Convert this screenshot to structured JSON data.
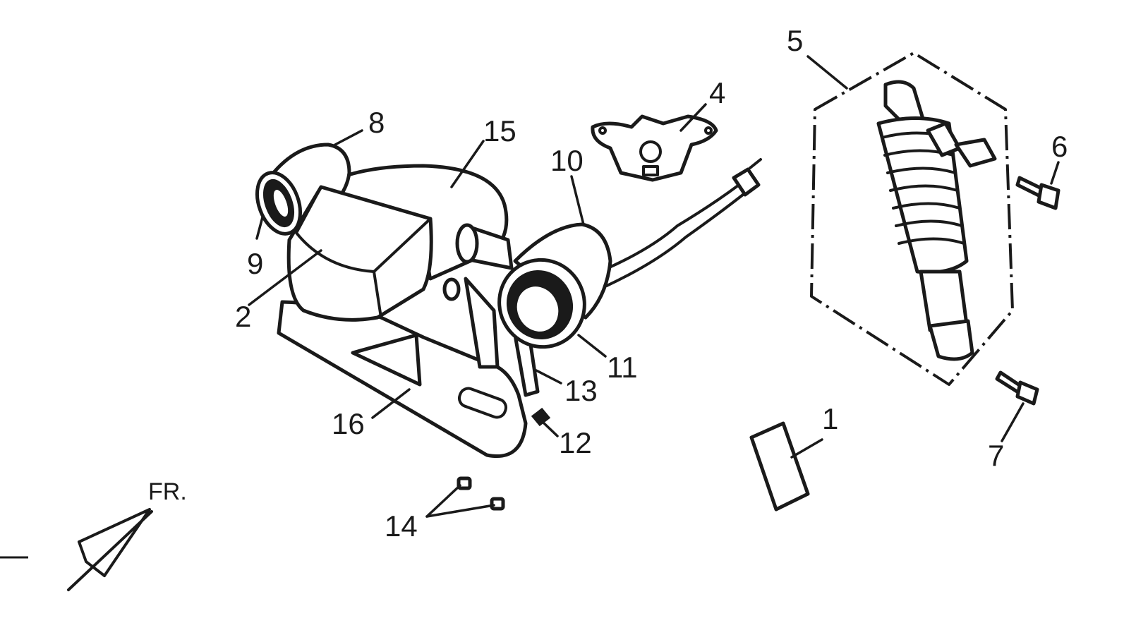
{
  "diagram": {
    "callouts": {
      "c1": "1",
      "c2": "2",
      "c4": "4",
      "c5": "5",
      "c6": "6",
      "c7": "7",
      "c8": "8",
      "c9": "9",
      "c10": "10",
      "c11": "11",
      "c12": "12",
      "c13": "13",
      "c14": "14",
      "c15": "15",
      "c16": "16"
    },
    "direction_label": "FR."
  }
}
